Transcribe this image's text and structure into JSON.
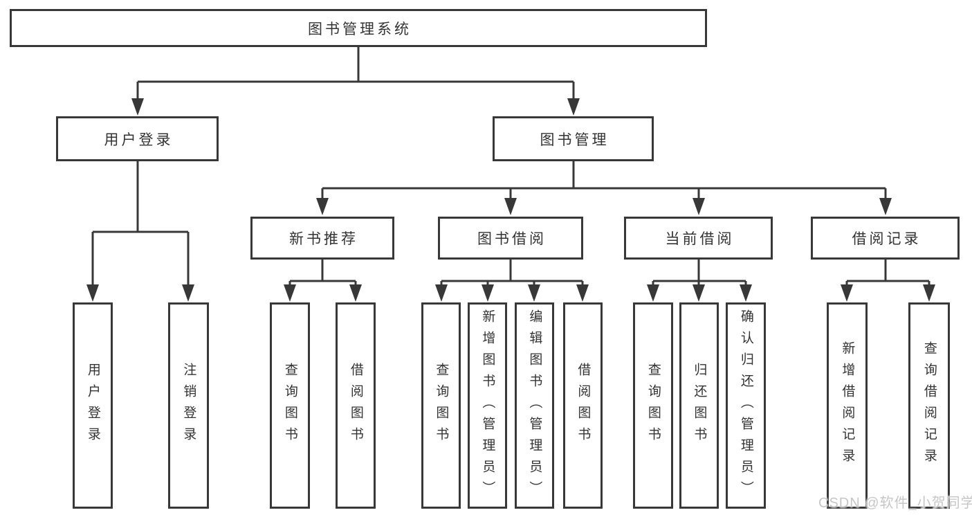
{
  "colors": {
    "line": "#383838",
    "text": "#333333",
    "background": "#ffffff",
    "watermark_text": "#c6c6c6"
  },
  "watermark": {
    "text": "CSDN @软件_小贺同学"
  },
  "tree": {
    "root": {
      "label": "图书管理系统"
    },
    "level2": [
      {
        "id": "user-login",
        "label": "用户登录"
      },
      {
        "id": "book-management",
        "label": "图书管理"
      }
    ],
    "level3": [
      {
        "id": "new-book-recommendation",
        "parent": "book-management",
        "label": "新书推荐"
      },
      {
        "id": "book-borrowing",
        "parent": "book-management",
        "label": "图书借阅"
      },
      {
        "id": "current-borrowing",
        "parent": "book-management",
        "label": "当前借阅"
      },
      {
        "id": "borrowing-records",
        "parent": "book-management",
        "label": "借阅记录"
      }
    ],
    "leaves": [
      {
        "parent": "user-login",
        "label": "用户登录"
      },
      {
        "parent": "user-login",
        "label": "注销登录"
      },
      {
        "parent": "new-book-recommendation",
        "label": "查询图书"
      },
      {
        "parent": "new-book-recommendation",
        "label": "借阅图书"
      },
      {
        "parent": "book-borrowing",
        "label": "查询图书"
      },
      {
        "parent": "book-borrowing",
        "label": "新增图书（管理员）"
      },
      {
        "parent": "book-borrowing",
        "label": "编辑图书（管理员）"
      },
      {
        "parent": "book-borrowing",
        "label": "借阅图书"
      },
      {
        "parent": "current-borrowing",
        "label": "查询图书"
      },
      {
        "parent": "current-borrowing",
        "label": "归还图书"
      },
      {
        "parent": "current-borrowing",
        "label": "确认归还（管理员）"
      },
      {
        "parent": "borrowing-records",
        "label": "新增借阅记录"
      },
      {
        "parent": "borrowing-records",
        "label": "查询借阅记录"
      }
    ]
  }
}
